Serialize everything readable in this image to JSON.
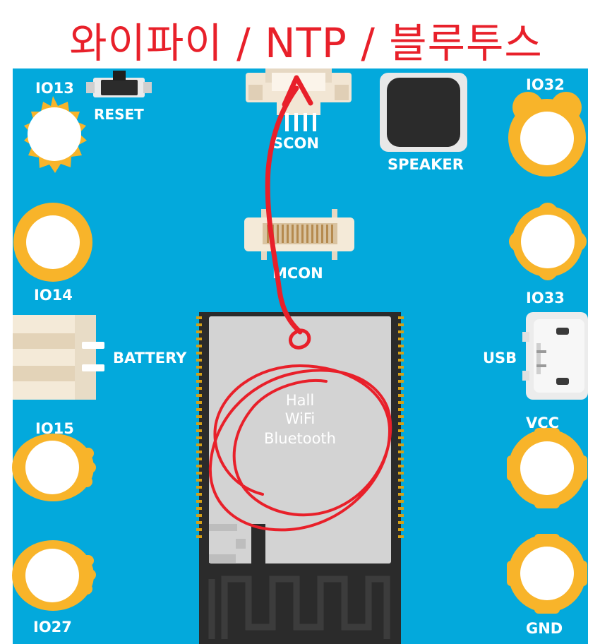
{
  "title": "와이파이 / NTP / 블루투스",
  "labels": {
    "io13": "IO13",
    "reset": "RESET",
    "scon": "SCON",
    "speaker": "SPEAKER",
    "io32": "IO32",
    "mcon": "MCON",
    "io14": "IO14",
    "io33": "IO33",
    "battery": "BATTERY",
    "usb": "USB",
    "io15": "IO15",
    "vcc": "VCC",
    "io27": "IO27",
    "gnd": "GND"
  },
  "chip": {
    "line1": "Hall",
    "line2": "WiFi",
    "line3": "Bluetooth"
  },
  "colors": {
    "board": "#03a9dc",
    "pad": "#f8b42a",
    "annotation": "#e8202a",
    "chip_shield": "#d3d3d3",
    "chip_body": "#2b2b2b"
  }
}
